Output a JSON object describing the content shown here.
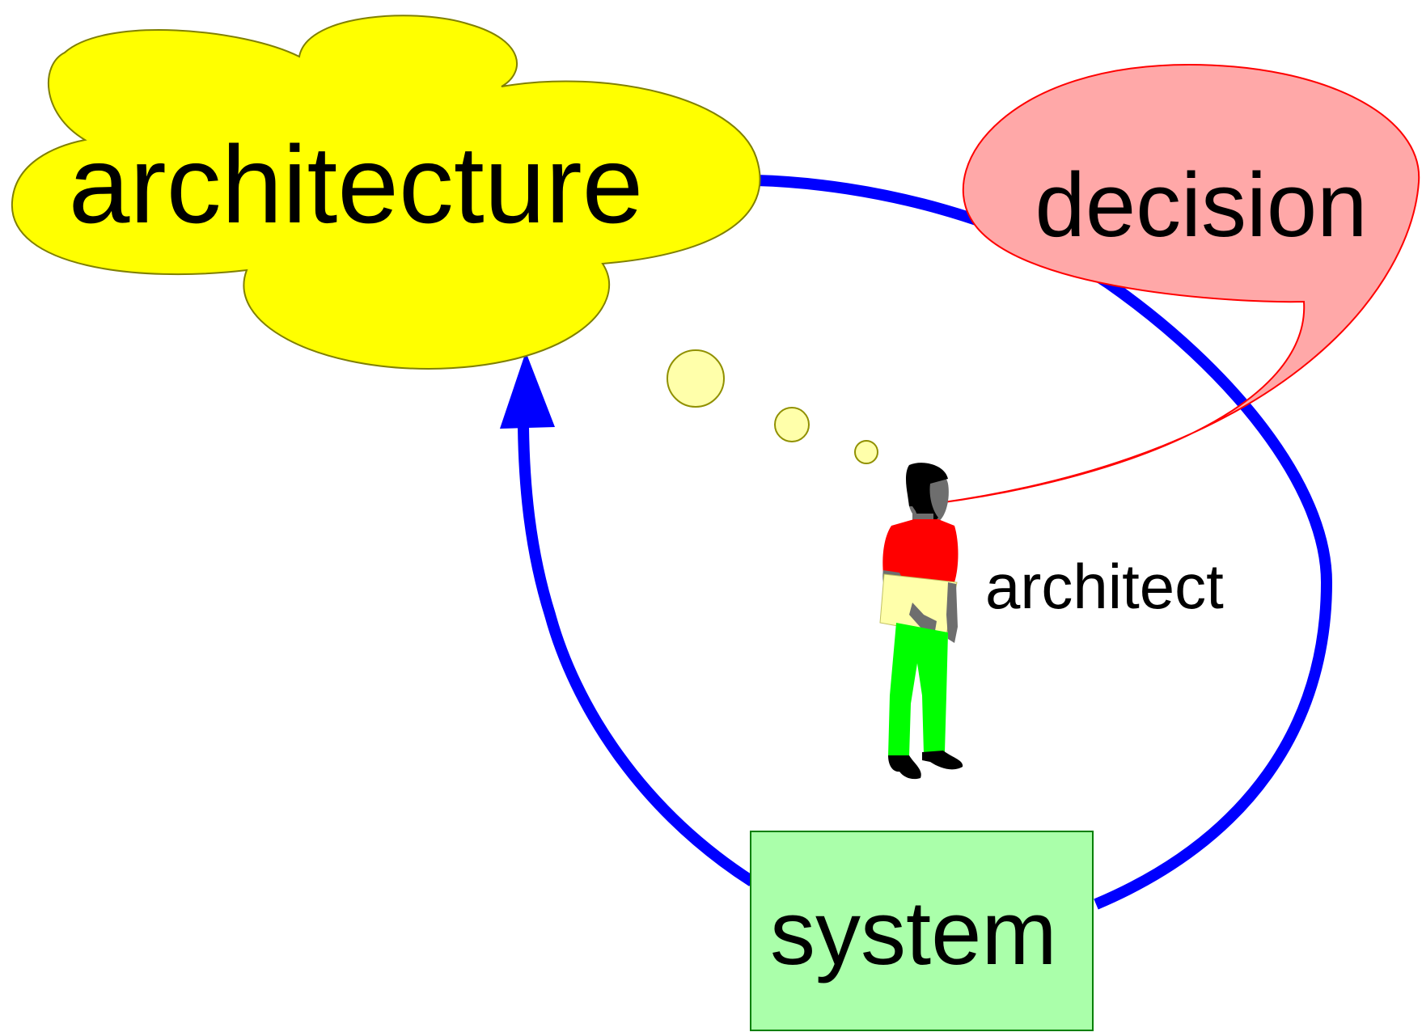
{
  "nodes": {
    "architecture": {
      "label": "architecture",
      "fill": "#ffff00",
      "stroke": "#808000"
    },
    "decision": {
      "label": "decision",
      "fill": "#ffa8a8",
      "stroke": "#ff0000"
    },
    "system": {
      "label": "system",
      "fill": "#aaffaa",
      "stroke": "#008000"
    },
    "architect": {
      "label": "architect"
    }
  },
  "edges": [
    {
      "from": "system",
      "to": "architecture",
      "arrowhead": true
    },
    {
      "from": "architecture",
      "to": "system",
      "arrowhead": false
    }
  ],
  "colors": {
    "edge": "#0000ff",
    "thought_bubble": "#ffffaa",
    "thought_bubble_stroke": "#909000",
    "shirt": "#ff0000",
    "pants": "#00ff00",
    "skin": "#6e6e6e",
    "hair": "#000000",
    "paper": "#ffffaa"
  },
  "icons": {
    "person": "architect-figure-icon",
    "thought": "thought-bubble-icon",
    "speech": "speech-bubble-icon"
  }
}
